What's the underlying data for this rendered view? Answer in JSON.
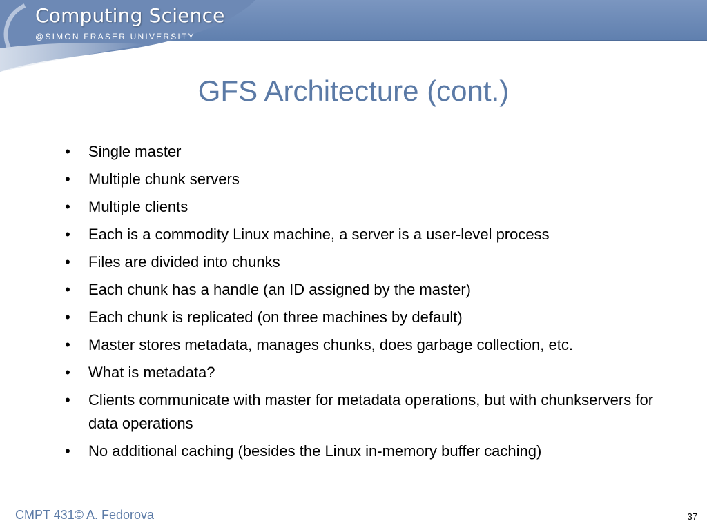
{
  "header": {
    "brand_title": "Computing Science",
    "brand_subtitle": "@SIMON FRASER UNIVERSITY"
  },
  "slide": {
    "title": "GFS Architecture (cont.)",
    "bullets": [
      "Single master",
      "Multiple chunk servers",
      "Multiple clients",
      "Each is a commodity Linux machine, a server is a user-level process",
      "Files are divided into chunks",
      "Each chunk has a handle (an ID assigned by the master)",
      "Each chunk is replicated (on three machines by default)",
      "Master stores metadata, manages chunks, does garbage collection, etc.",
      "What is metadata?",
      "Clients communicate with master for metadata operations, but with chunkservers for data operations",
      "No additional caching (besides the Linux in-memory buffer caching)"
    ]
  },
  "footer": {
    "course": "CMPT 431© A. Fedorova",
    "page_number": "37"
  },
  "colors": {
    "banner": "#6d89b5",
    "title_text": "#5b7aa6"
  }
}
